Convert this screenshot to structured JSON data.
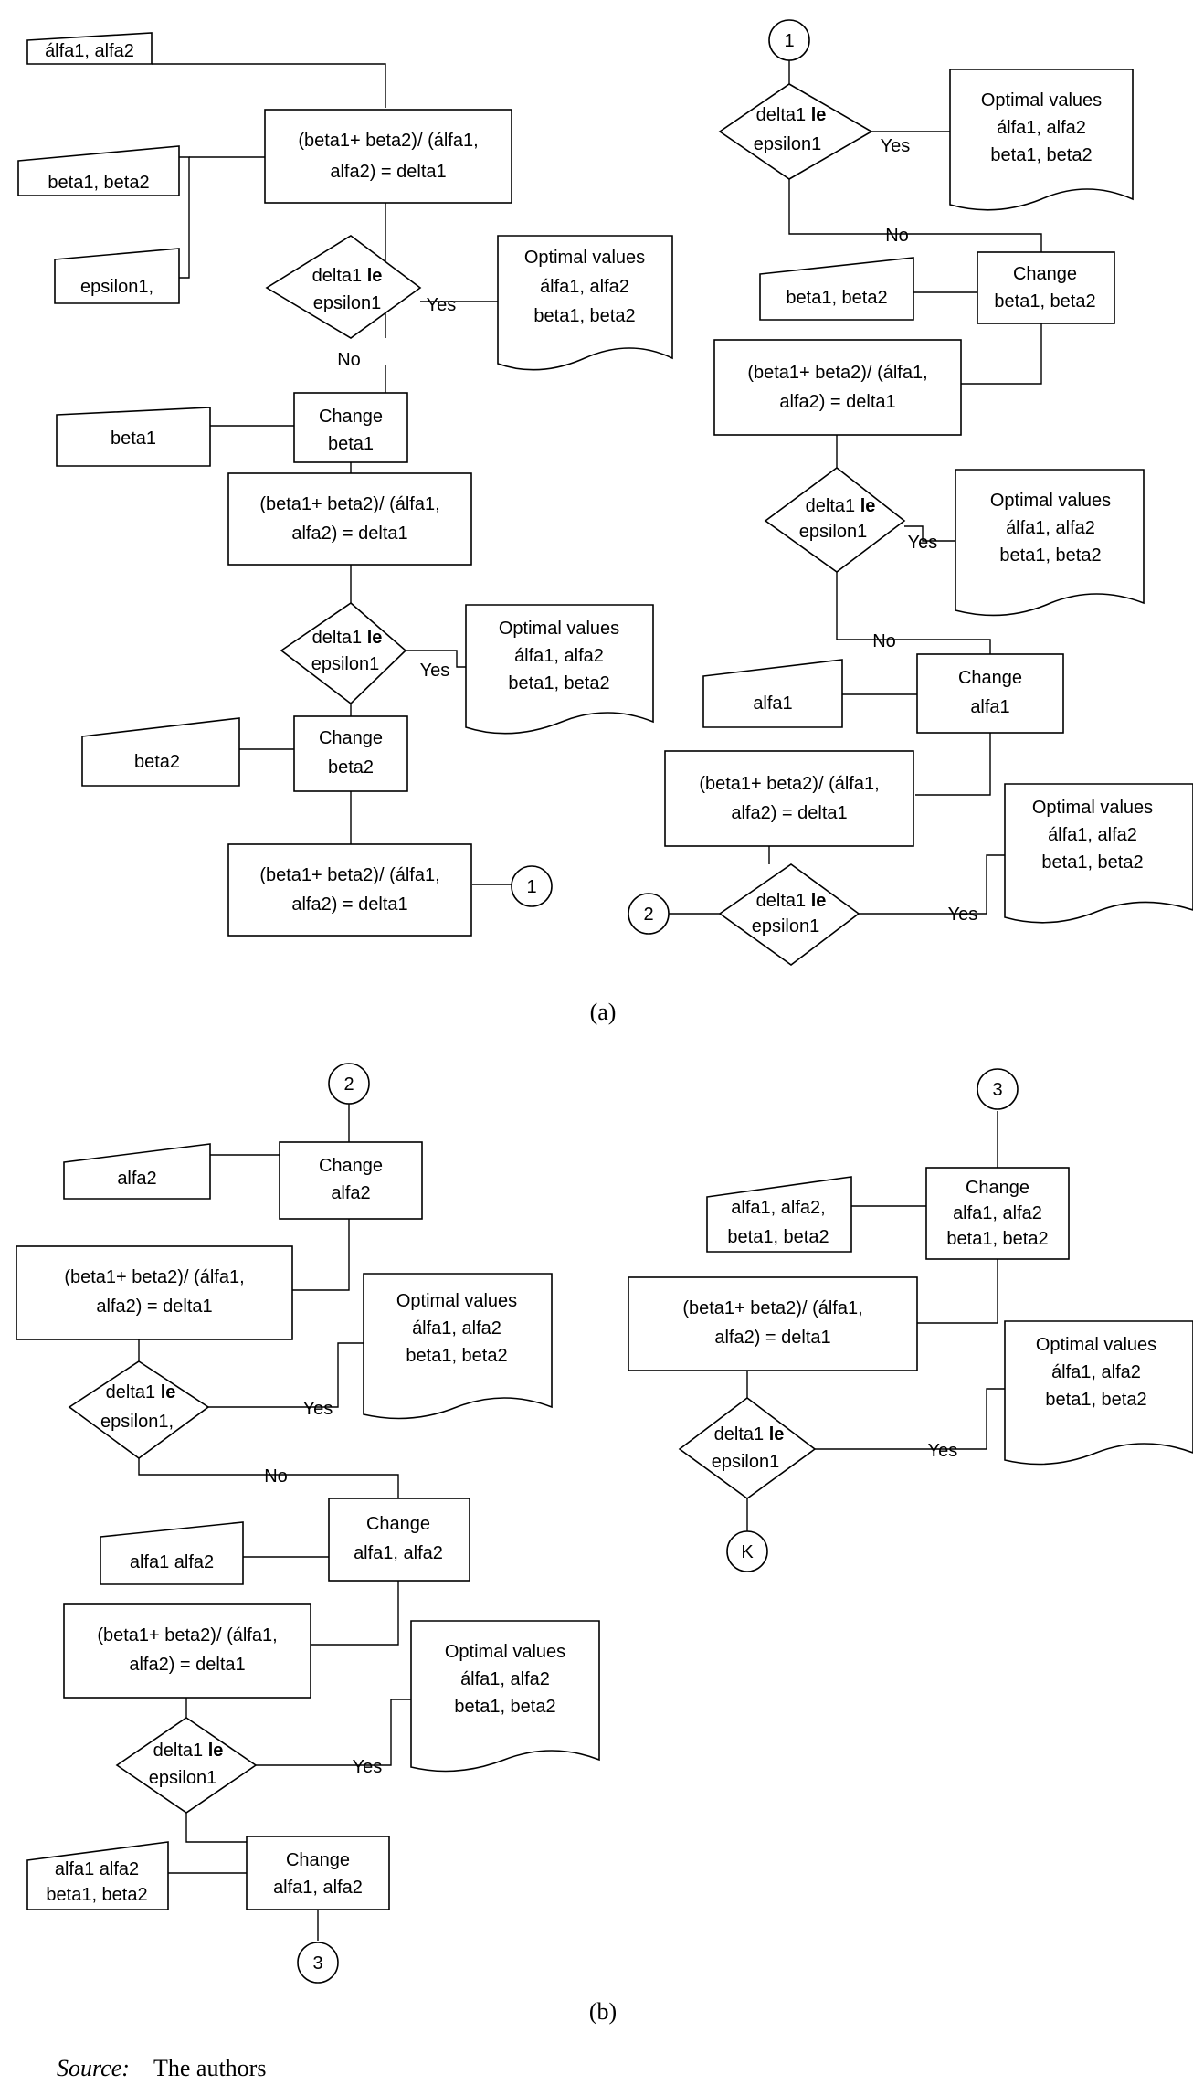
{
  "figure": {
    "caption_a": "(a)",
    "caption_b": "(b)",
    "source_label": "Source:",
    "source_text": "The authors"
  },
  "labels": {
    "inputs_alfa": "álfa1,  alfa2",
    "inputs_beta": "beta1,  beta2",
    "inputs_epsilon": "epsilon1,",
    "beta1": "beta1",
    "beta2": "beta2",
    "beta1_beta2": "beta1, beta2",
    "alfa1": "alfa1",
    "alfa2": "alfa2",
    "alfa1_alfa2": "alfa1 alfa2",
    "alfa1_alfa2_comma": "alfa1, alfa2,",
    "alfa1_alfa2_nocomma": "alfa1 alfa2",
    "beta1_beta2_short": "beta1, beta2",
    "formula_line1": "(beta1+  beta2)/ (álfa1,",
    "formula_line2": "alfa2)  = delta1",
    "decision_line1": "delta1 ",
    "decision_bold": "le",
    "decision_line2": "epsilon1",
    "decision_line2_comma": "epsilon1,",
    "yes": "Yes",
    "no": "No",
    "change": "Change",
    "change_beta1": "beta1",
    "change_beta2": "beta2",
    "change_beta12": "beta1, beta2",
    "change_alfa1": "alfa1",
    "change_alfa2": "alfa2",
    "change_alfa12": "alfa1, alfa2",
    "optimal_title": "Optimal values",
    "optimal_l2": "álfa1,  alfa2",
    "optimal_l3": "beta1,  beta2",
    "connector_1": "1",
    "connector_2": "2",
    "connector_3": "3",
    "connector_k": "K"
  }
}
